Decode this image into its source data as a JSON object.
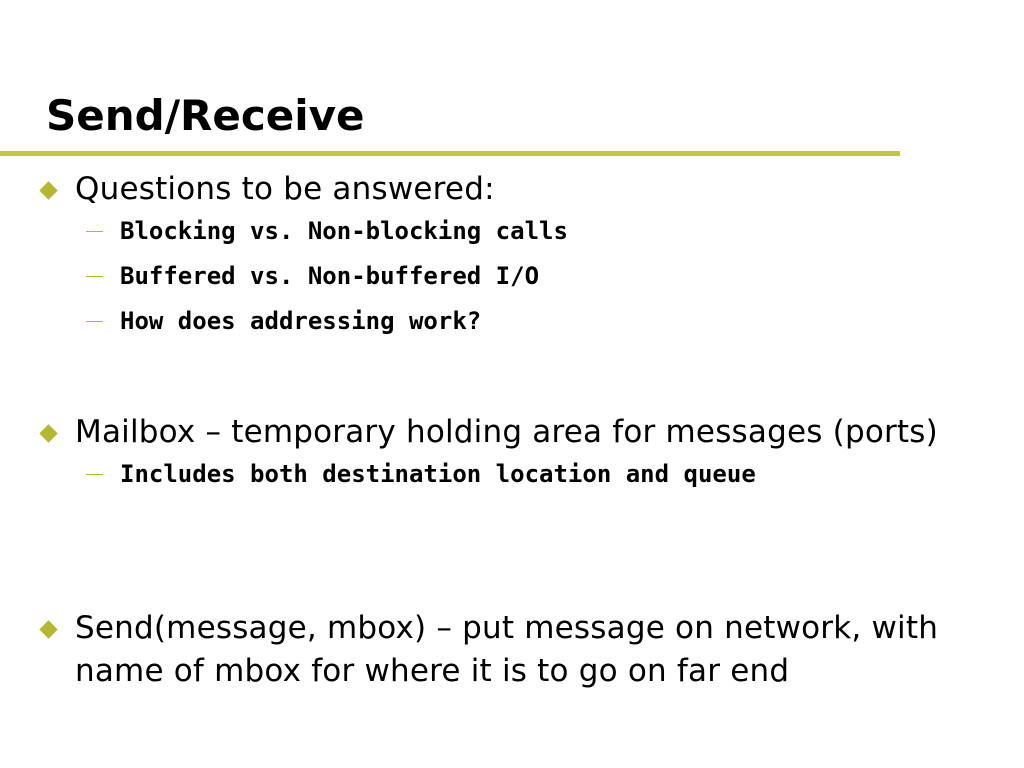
{
  "slide": {
    "title": "Send/Receive",
    "accent_color": "#c3c63a",
    "bullet_color": "#b4b82e",
    "bullets": [
      {
        "text": "Questions to be answered:",
        "sub_items": [
          "Blocking vs. Non-blocking calls",
          "Buffered vs. Non-buffered I/O",
          "How does addressing work?"
        ]
      },
      {
        "text": "Mailbox – temporary holding area for messages (ports)",
        "sub_items": [
          "Includes both destination location and queue"
        ]
      },
      {
        "text": "Send(message, mbox) – put message on network, with name of mbox for where it is to go on far end",
        "sub_items": []
      }
    ]
  }
}
